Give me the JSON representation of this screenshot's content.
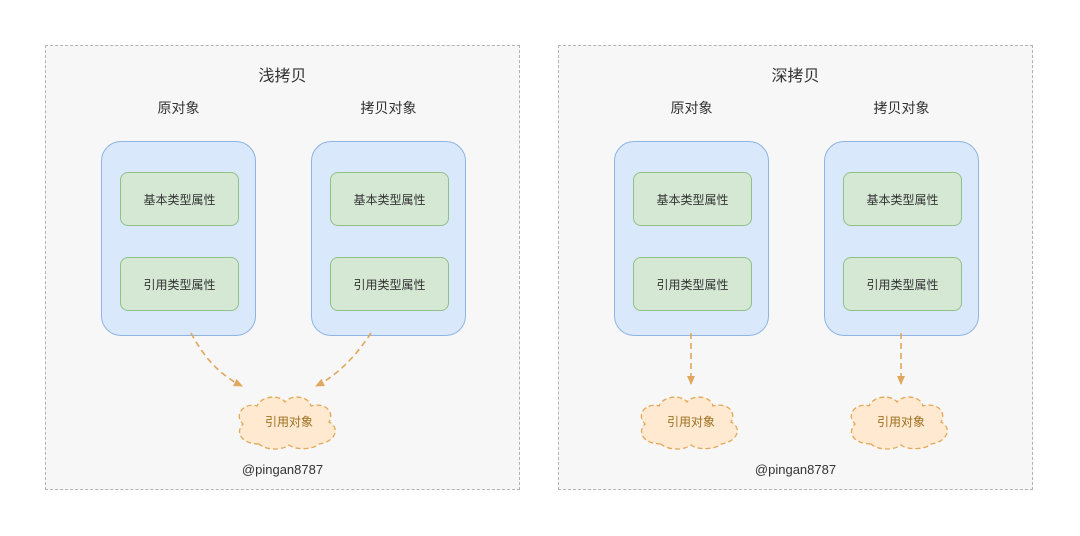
{
  "panels": [
    {
      "title": "浅拷贝",
      "footer": "@pingan8787",
      "objects": [
        {
          "label": "原对象",
          "props": [
            "基本类型属性",
            "引用类型属性"
          ]
        },
        {
          "label": "拷贝对象",
          "props": [
            "基本类型属性",
            "引用类型属性"
          ]
        }
      ],
      "clouds": [
        "引用对象"
      ]
    },
    {
      "title": "深拷贝",
      "footer": "@pingan8787",
      "objects": [
        {
          "label": "原对象",
          "props": [
            "基本类型属性",
            "引用类型属性"
          ]
        },
        {
          "label": "拷贝对象",
          "props": [
            "基本类型属性",
            "引用类型属性"
          ]
        }
      ],
      "clouds": [
        "引用对象",
        "引用对象"
      ]
    }
  ],
  "colors": {
    "panel_bg": "#f7f7f7",
    "panel_border": "#b3b3b3",
    "object_fill": "#dae8fc",
    "object_stroke": "#8db4e3",
    "prop_fill": "#d5e8d4",
    "prop_stroke": "#8fc187",
    "cloud_fill": "#ffe9d1",
    "cloud_stroke": "#e3a858",
    "arrow": "#e0a75e",
    "text": "#333333"
  }
}
